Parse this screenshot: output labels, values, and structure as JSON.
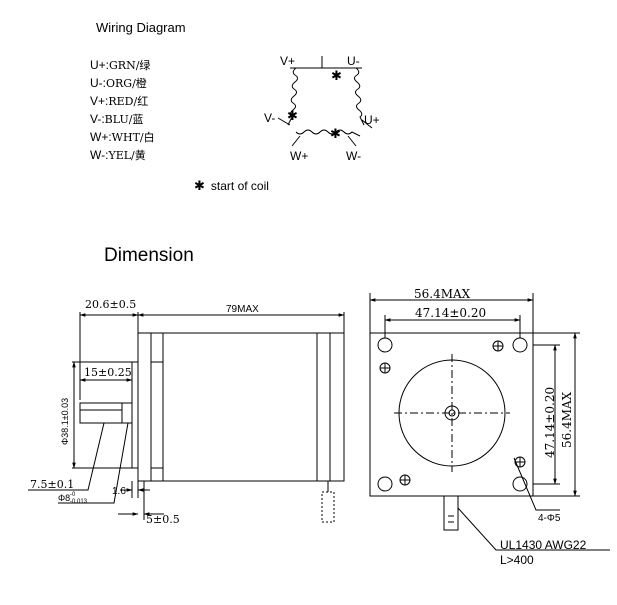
{
  "wiring": {
    "title": "Wiring Diagram",
    "items": [
      {
        "code": "U+:",
        "name": "GRN/绿"
      },
      {
        "code": "U-:",
        "name": "ORG/橙"
      },
      {
        "code": "V+:",
        "name": "RED/红"
      },
      {
        "code": "V-:",
        "name": "BLU/蓝"
      },
      {
        "code": "W+:",
        "name": "WHT/白"
      },
      {
        "code": "W-:",
        "name": "YEL/黄"
      }
    ],
    "terminals": {
      "v_plus": "V+",
      "u_minus": "U-",
      "v_minus": "V-",
      "u_plus": "U+",
      "w_plus": "W+",
      "w_minus": "W-"
    },
    "legend": "start of coil"
  },
  "dimension": {
    "title": "Dimension",
    "side": {
      "overall": "20.6±0.5",
      "length": "79MAX",
      "shaft_len": "15±0.25",
      "pilot": "Φ38.1±0.03",
      "flat": "7.5±0.1",
      "shaft_dia": "Φ8",
      "shaft_tol_top": "-0",
      "shaft_tol_bottom": "-0.013",
      "flange": "1.6",
      "boss": "5±0.5"
    },
    "front": {
      "width_max": "56.4MAX",
      "hole_pitch": "47.14±0.20",
      "v_pitch": "47.14±0.20",
      "v_max": "56.4MAX",
      "holes": "4-Φ5",
      "cable": "UL1430  AWG22",
      "cable_len": "L>400"
    }
  }
}
